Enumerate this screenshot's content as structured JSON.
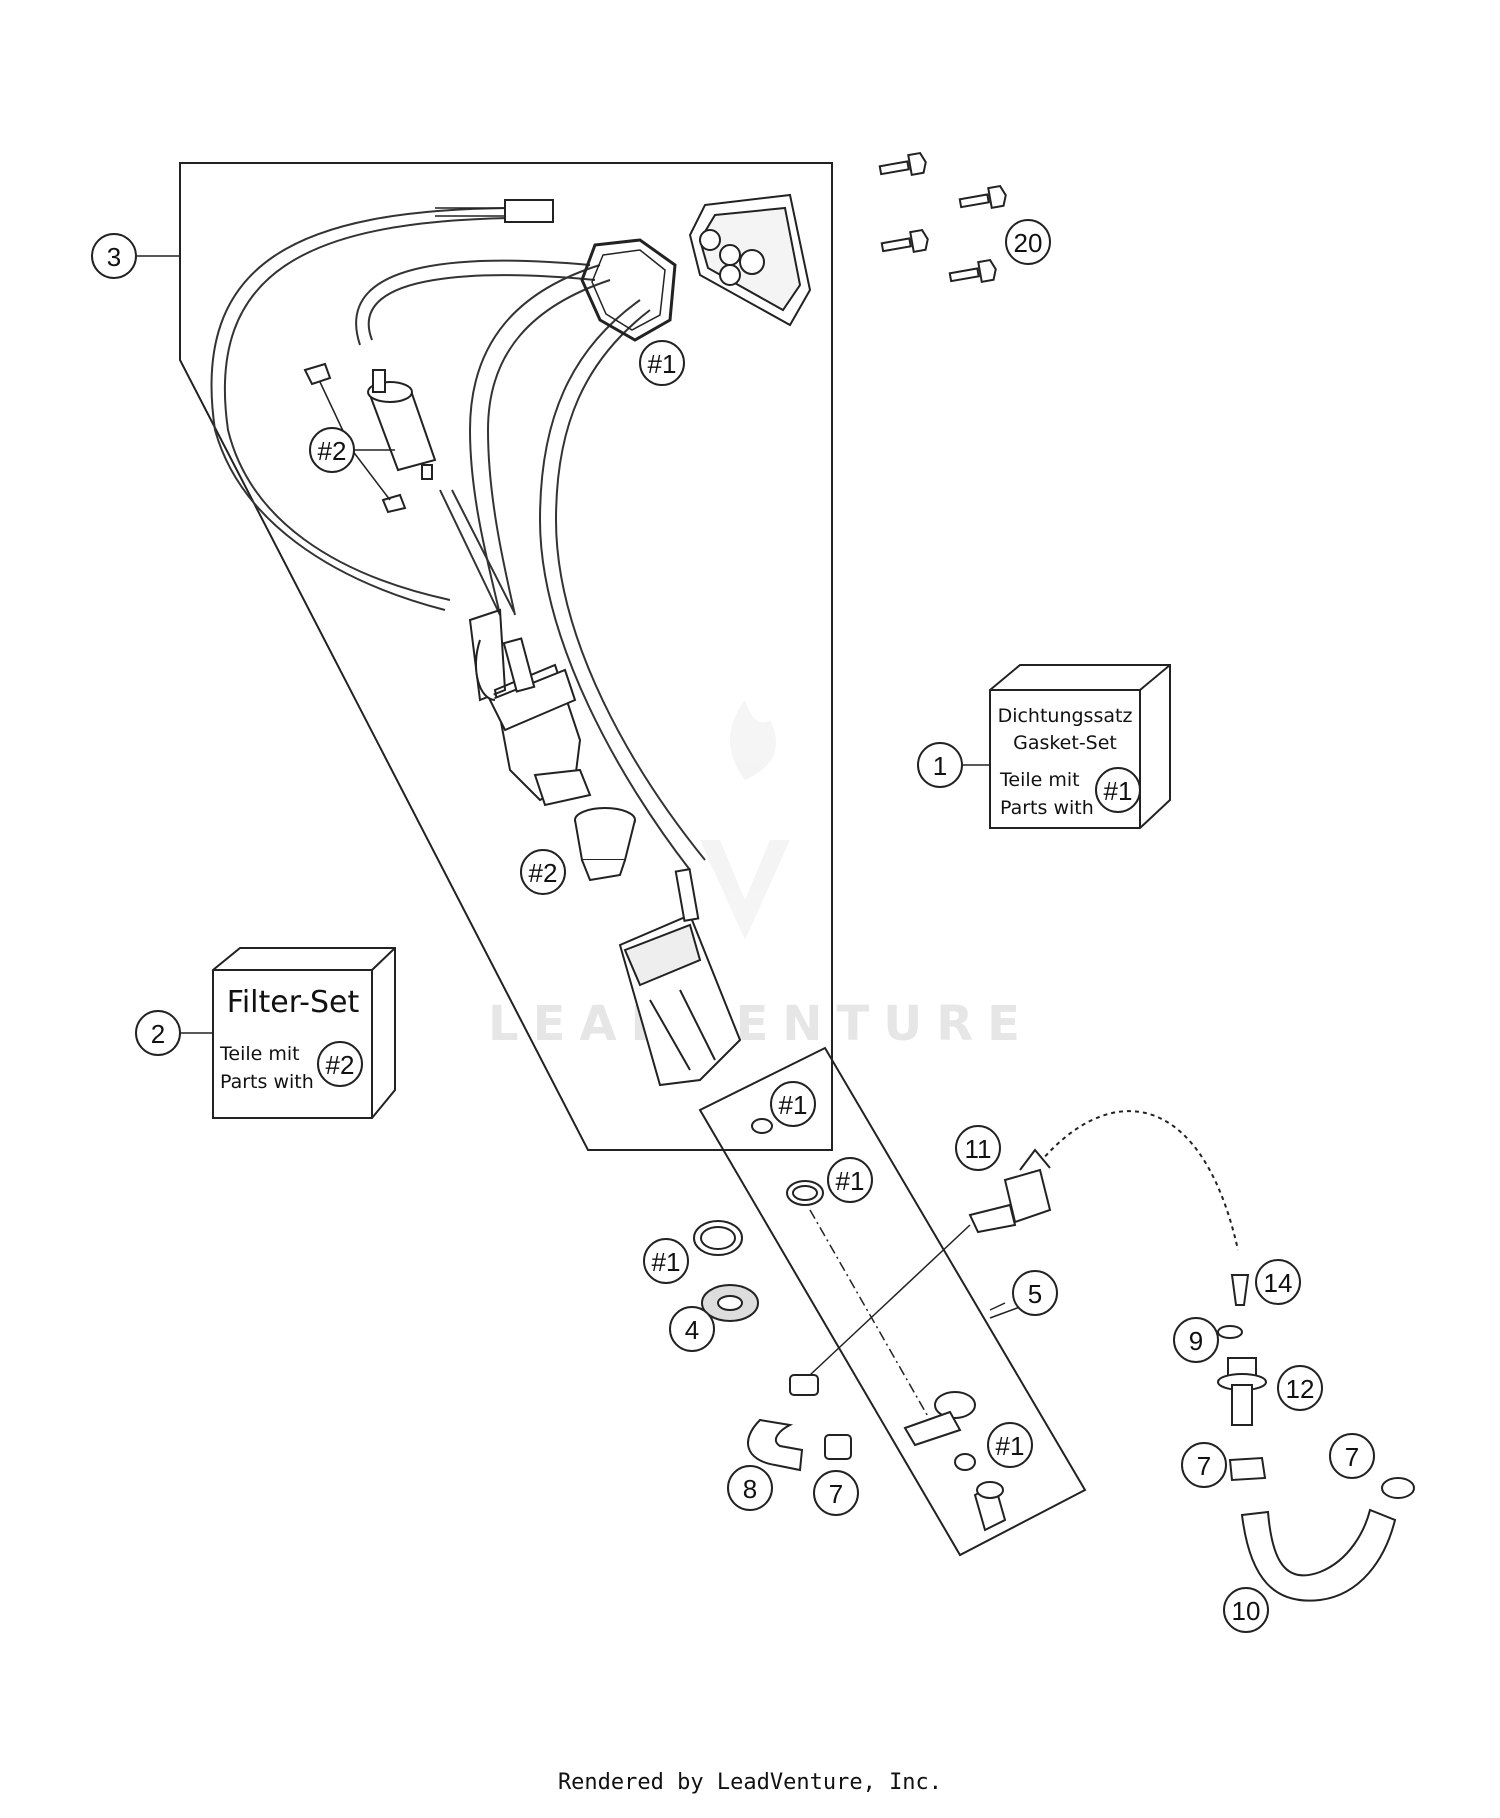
{
  "callouts": {
    "c3": "3",
    "c20": "20",
    "c1_top": "#1",
    "c2_upper": "#2",
    "c2_lower": "#2",
    "c1_main": "1",
    "c2_main": "2",
    "c1_a": "#1",
    "c11": "11",
    "c1_b": "#1",
    "c1_c": "#1",
    "c4": "4",
    "c5": "5",
    "c14": "14",
    "c9": "9",
    "c12": "12",
    "c1_d": "#1",
    "c8": "8",
    "c7_a": "7",
    "c7_b": "7",
    "c7_c": "7",
    "c10": "10",
    "box1_ref": "#1",
    "box2_ref": "#2"
  },
  "boxes": {
    "gasket": {
      "line1": "Dichtungssatz",
      "line2": "Gasket-Set",
      "line3": "Teile mit",
      "line4": "Parts with"
    },
    "filter": {
      "title": "Filter-Set",
      "line1": "Teile mit",
      "line2": "Parts with"
    }
  },
  "watermark": "LEADVENTURE",
  "footer": "Rendered by LeadVenture, Inc."
}
